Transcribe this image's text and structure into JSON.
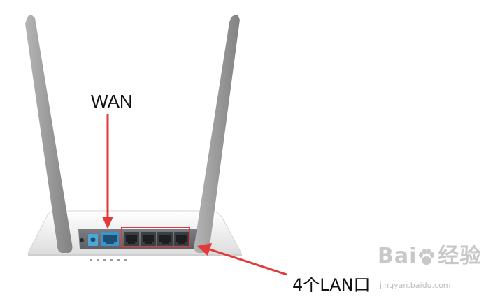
{
  "labels": {
    "wan": "WAN",
    "lan": "4个LAN口"
  },
  "watermark": {
    "brand_prefix": "Bai",
    "brand_suffix": "经验",
    "url": "jingyan.baidu.com"
  },
  "colors": {
    "annotation": "#e23a3a",
    "wan_port": "#3d93c9",
    "antenna": "#9e9e9e",
    "router_body": "#f0f0f0",
    "back_panel": "#6f7378",
    "watermark": "#c8c8c8"
  },
  "icons": {
    "wan_arrow": "arrow-down-icon",
    "lan_arrow": "arrow-left-icon",
    "watermark_logo": "paw-icon"
  }
}
